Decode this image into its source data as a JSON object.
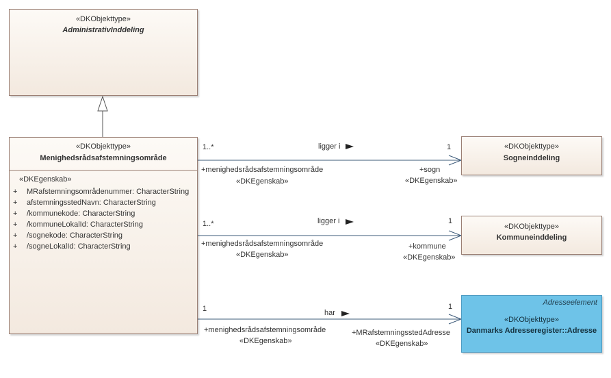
{
  "diagram": {
    "parent_class": {
      "stereotype": "«DKObjekttype»",
      "name": "AdministrativInddeling"
    },
    "main_class": {
      "stereotype": "«DKObjekttype»",
      "name": "Menighedsrådsafstemningsområde",
      "attribute_stereotype": "«DKEgenskab»",
      "attributes": [
        {
          "vis": "+",
          "text": "MRafstemningsområdenummer: CharacterString"
        },
        {
          "vis": "+",
          "text": "afstemningsstedNavn: CharacterString"
        },
        {
          "vis": "+",
          "text": "/kommunekode: CharacterString"
        },
        {
          "vis": "+",
          "text": "/kommuneLokalId: CharacterString"
        },
        {
          "vis": "+",
          "text": "/sognekode: CharacterString"
        },
        {
          "vis": "+",
          "text": "/sogneLokalId: CharacterString"
        }
      ]
    },
    "sogn_class": {
      "stereotype": "«DKObjekttype»",
      "name": "Sogneinddeling"
    },
    "kommune_class": {
      "stereotype": "«DKObjekttype»",
      "name": "Kommuneinddeling"
    },
    "adresse_class": {
      "tag": "Adresseelement",
      "stereotype": "«DKObjekttype»",
      "name": "Danmarks Adresseregister::Adresse"
    },
    "associations": [
      {
        "label": "ligger i",
        "source_mult": "1..*",
        "source_role": "+menighedsrådsafstemningsområde",
        "source_stereo": "«DKEgenskab»",
        "target_mult": "1",
        "target_role": "+sogn",
        "target_stereo": "«DKEgenskab»"
      },
      {
        "label": "ligger i",
        "source_mult": "1..*",
        "source_role": "+menighedsrådsafstemningsområde",
        "source_stereo": "«DKEgenskab»",
        "target_mult": "1",
        "target_role": "+kommune",
        "target_stereo": "«DKEgenskab»"
      },
      {
        "label": "har",
        "source_mult": "1",
        "source_role": "+menighedsrådsafstemningsområde",
        "source_stereo": "«DKEgenskab»",
        "target_mult": "1",
        "target_role": "+MRafstemningsstedAdresse",
        "target_stereo": "«DKEgenskab»"
      }
    ]
  }
}
